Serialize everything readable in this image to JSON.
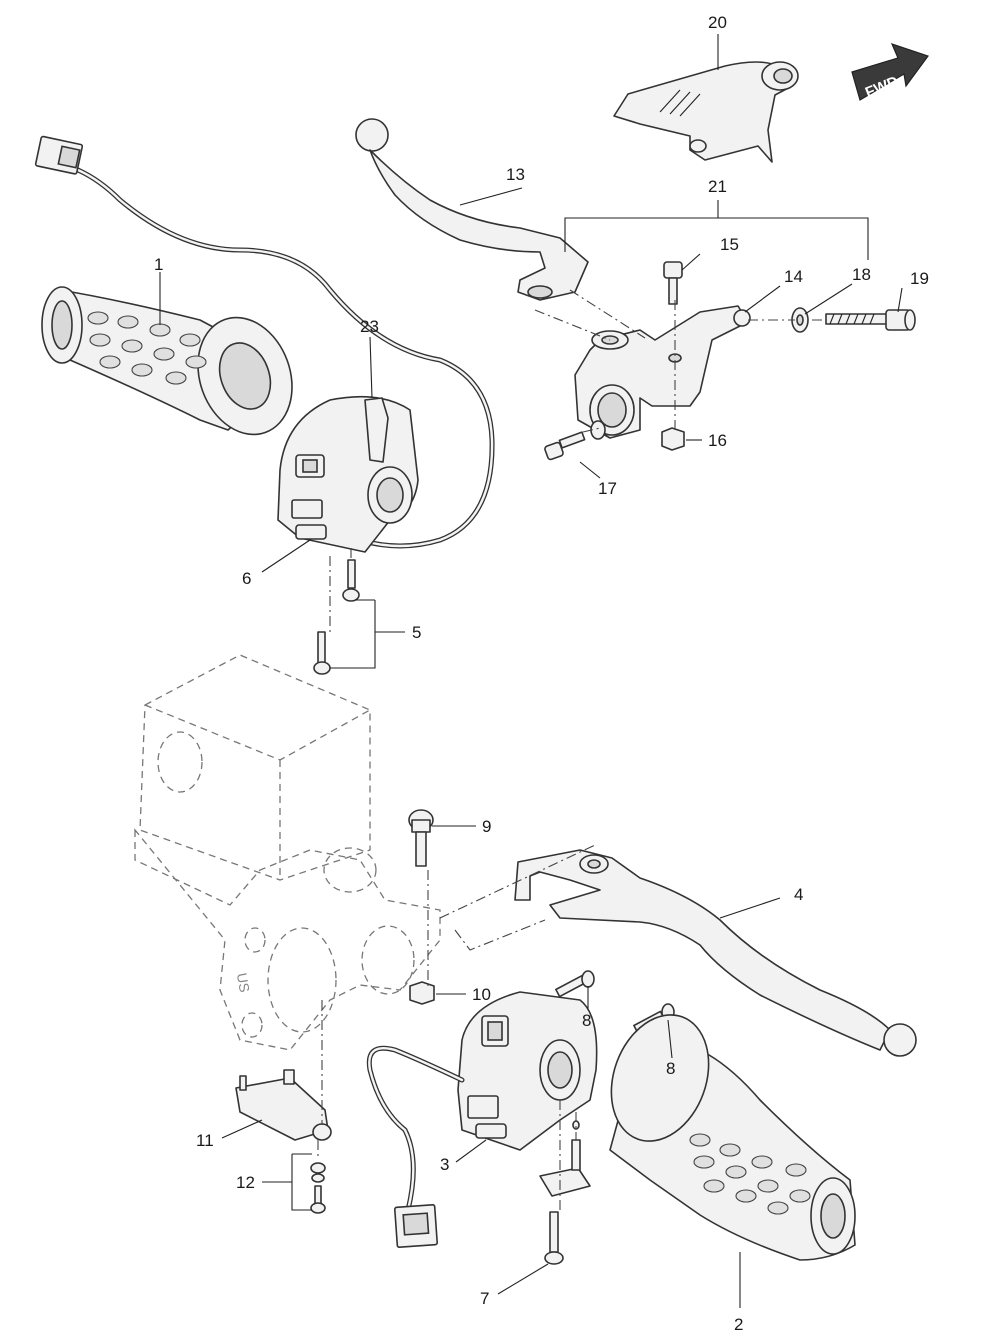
{
  "callouts": [
    {
      "id": "1",
      "text": "1"
    },
    {
      "id": "2",
      "text": "2"
    },
    {
      "id": "3",
      "text": "3"
    },
    {
      "id": "4",
      "text": "4"
    },
    {
      "id": "5",
      "text": "5"
    },
    {
      "id": "6",
      "text": "6"
    },
    {
      "id": "7",
      "text": "7"
    },
    {
      "id": "8a",
      "text": "8"
    },
    {
      "id": "8b",
      "text": "8"
    },
    {
      "id": "9",
      "text": "9"
    },
    {
      "id": "10",
      "text": "10"
    },
    {
      "id": "11",
      "text": "11"
    },
    {
      "id": "12",
      "text": "12"
    },
    {
      "id": "13",
      "text": "13"
    },
    {
      "id": "14",
      "text": "14"
    },
    {
      "id": "15",
      "text": "15"
    },
    {
      "id": "16",
      "text": "16"
    },
    {
      "id": "17",
      "text": "17"
    },
    {
      "id": "18",
      "text": "18"
    },
    {
      "id": "19",
      "text": "19"
    },
    {
      "id": "20",
      "text": "20"
    },
    {
      "id": "21",
      "text": "21"
    },
    {
      "id": "23",
      "text": "23"
    }
  ],
  "direction_badge": {
    "text": "FWD",
    "icon": "forward-arrow-icon"
  },
  "master_cylinder_stamp": "US"
}
